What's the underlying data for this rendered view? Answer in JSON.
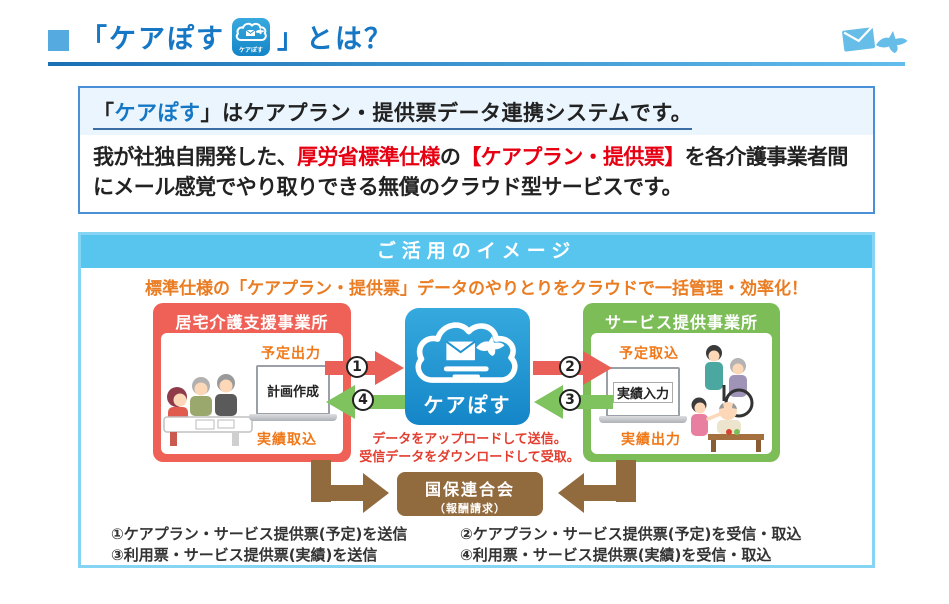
{
  "colors": {
    "header_blue": "#1677c5",
    "bullet_blue": "#55aadf",
    "panel_header_blue": "#58c5ee",
    "panel_border_blue": "#86d4f3",
    "highlight_red": "#e60012",
    "headline_orange": "#ea7c22",
    "io_label_orange": "#f07818",
    "entity_red": "#ef6057",
    "entity_green": "#7dbd58",
    "cloud_blue": "#1e93d2",
    "arrow_red": "#ea5f57",
    "arrow_green": "#7fc35e",
    "brown": "#916a3e",
    "caption_red": "#e23e30"
  },
  "header": {
    "title_pre": "「ケアぽす",
    "title_post": "」とは？",
    "icon_label": "ケアぽす"
  },
  "intro": {
    "title": {
      "open": "「",
      "brand": "ケアぽす",
      "rest": "」はケアプラン・提供票データ連携システムです。"
    },
    "body": {
      "p1": "我が社独自開発した、",
      "em1": "厚労省標準仕様",
      "p2": "の",
      "em2": "【ケアプラン・提供票】",
      "p3": "を各介護事業者間にメール感覚でやり取りできる無償のクラウド型サービスです。"
    }
  },
  "diagram": {
    "panel_title": "ご活用のイメージ",
    "headline": "標準仕様の「ケアプラン・提供票」データのやりとりをクラウドで一括管理・効率化！",
    "left_box": {
      "title": "居宅介護支援事業所",
      "label_top": "予定出力",
      "laptop": "計画作成",
      "label_bottom": "実績取込"
    },
    "cloud": {
      "name": "ケアぽす",
      "caption1": "データをアップロードして送信。",
      "caption2": "受信データをダウンロードして受取。"
    },
    "right_box": {
      "title": "サービス提供事業所",
      "label_top": "予定取込",
      "laptop": "実績入力",
      "label_bottom": "実績出力"
    },
    "badges": [
      "1",
      "2",
      "3",
      "4"
    ],
    "kokuho": {
      "title": "国保連合会",
      "subtitle": "（報酬請求）"
    },
    "legend": [
      "①ケアプラン・サービス提供票(予定)を送信",
      "②ケアプラン・サービス提供票(予定)を受信・取込",
      "③利用票・サービス提供票(実績)を送信",
      "④利用票・サービス提供票(実績)を受信・取込"
    ]
  }
}
